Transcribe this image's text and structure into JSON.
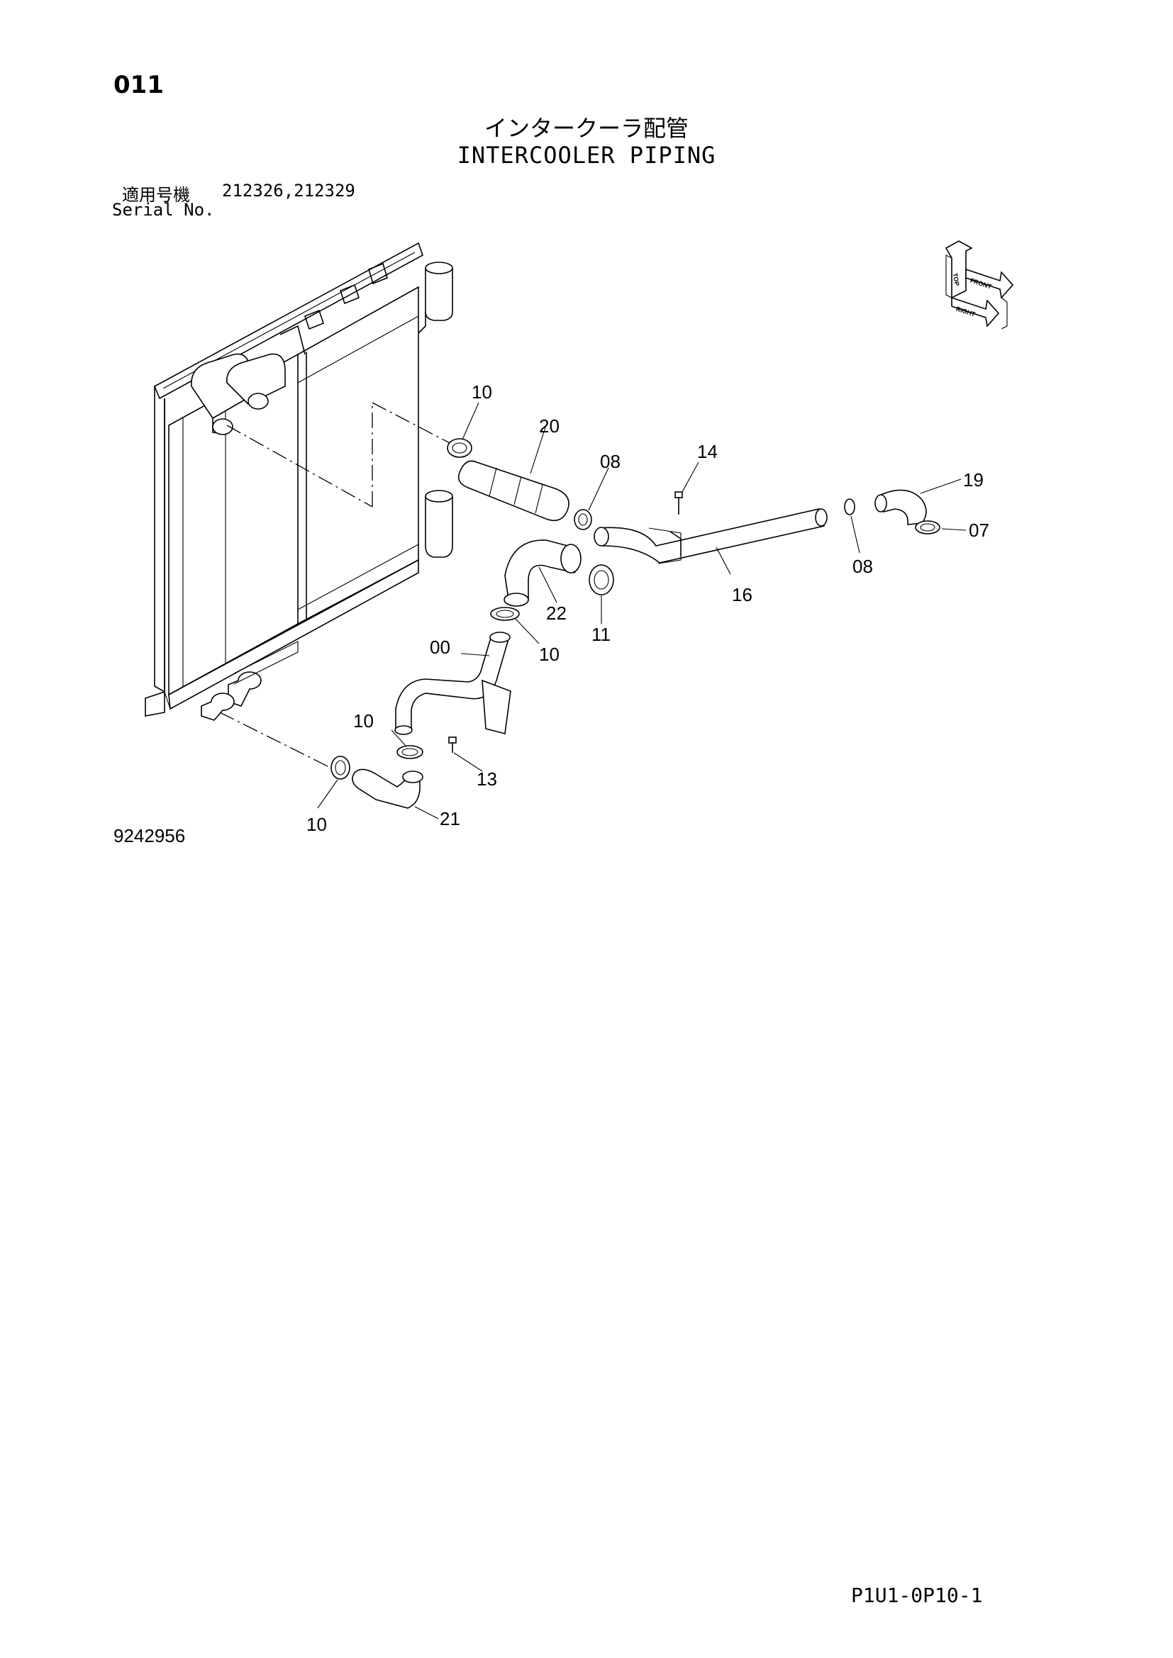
{
  "header": {
    "page_number": "011",
    "title_ja": "インタークーラ配管",
    "title_en": "INTERCOOLER PIPING",
    "serial_label_ja": "適用号機",
    "serial_numbers": "212326,212329",
    "serial_label_en": "Serial No."
  },
  "diagram": {
    "drawing_number": "9242956",
    "callouts": {
      "c00": "00",
      "c07": "07",
      "c08a": "08",
      "c08b": "08",
      "c10a": "10",
      "c10b": "10",
      "c10c": "10",
      "c10d": "10",
      "c11": "11",
      "c13": "13",
      "c14": "14",
      "c16": "16",
      "c19": "19",
      "c20": "20",
      "c21": "21",
      "c22": "22"
    },
    "orientation": {
      "top": "TOP",
      "front": "FRONT",
      "right": "RIGHT"
    }
  },
  "footer": {
    "code": "P1U1-0P10-1"
  }
}
